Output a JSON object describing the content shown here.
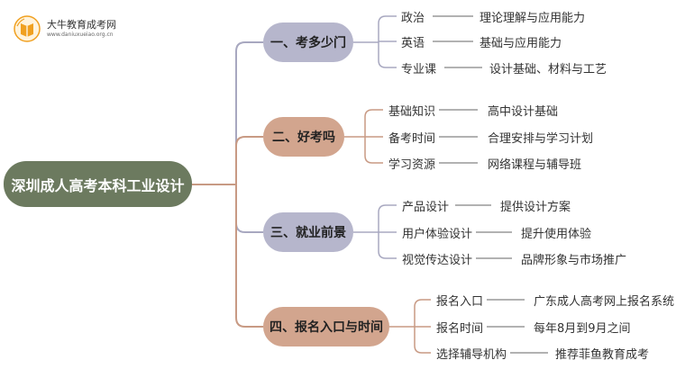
{
  "logo": {
    "title": "大牛教育成考网",
    "url": "www.daniuxueiao.org.cn"
  },
  "root": {
    "label": "深圳成人高考本科工业设计"
  },
  "branches": [
    {
      "label": "一、考多少门",
      "items": [
        {
          "label": "政治",
          "detail": "理论理解与应用能力"
        },
        {
          "label": "英语",
          "detail": "基础与应用能力"
        },
        {
          "label": "专业课",
          "detail": "设计基础、材料与工艺"
        }
      ]
    },
    {
      "label": "二、好考吗",
      "items": [
        {
          "label": "基础知识",
          "detail": "高中设计基础"
        },
        {
          "label": "备考时间",
          "detail": "合理安排与学习计划"
        },
        {
          "label": "学习资源",
          "detail": "网络课程与辅导班"
        }
      ]
    },
    {
      "label": "三、就业前景",
      "items": [
        {
          "label": "产品设计",
          "detail": "提供设计方案"
        },
        {
          "label": "用户体验设计",
          "detail": "提升使用体验"
        },
        {
          "label": "视觉传达设计",
          "detail": "品牌形象与市场推广"
        }
      ]
    },
    {
      "label": "四、报名入口与时间",
      "items": [
        {
          "label": "报名入口",
          "detail": "广东成人高考网上报名系统"
        },
        {
          "label": "报名时间",
          "detail": "每年8月到9月之间"
        },
        {
          "label": "选择辅导机构",
          "detail": "推荐菲鱼教育成考"
        }
      ]
    }
  ],
  "colors": {
    "root": "#6c7a5f",
    "branch_purple": "#b6b6cc",
    "branch_orange": "#d2a58e",
    "connector_purple": "#a8a8c0",
    "connector_orange": "#c89a84",
    "connector_item": "#999999",
    "logo_orange": "#f0a020"
  },
  "icons": {
    "logo": "book-logo-icon"
  }
}
